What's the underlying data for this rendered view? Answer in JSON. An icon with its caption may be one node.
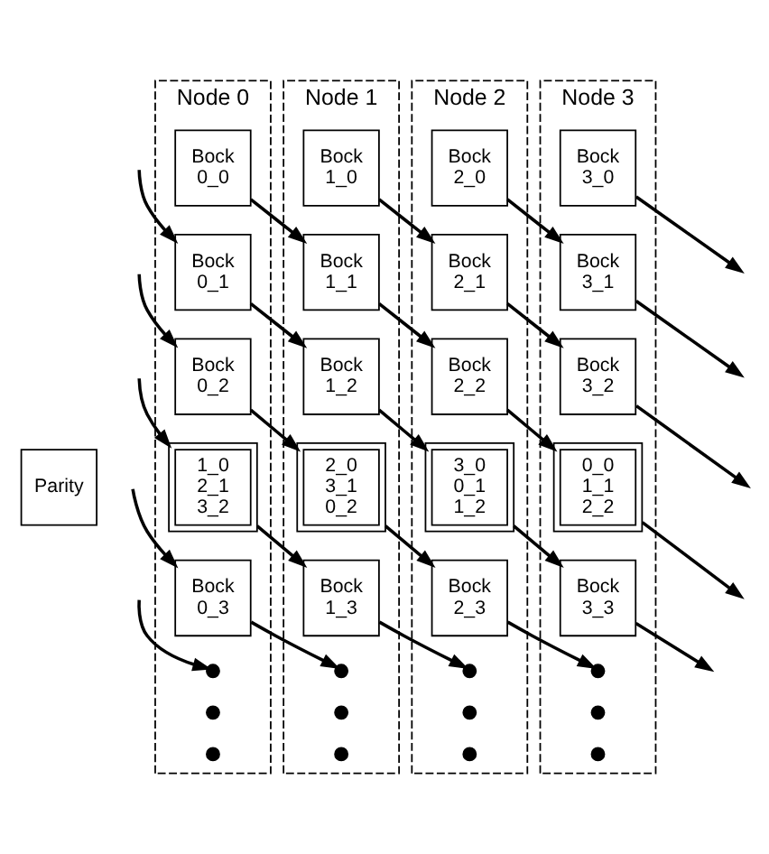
{
  "diagram": {
    "nodes": [
      {
        "text": [
          "Node 0"
        ]
      },
      {
        "text": [
          "Node 1"
        ]
      },
      {
        "text": [
          "Node 2"
        ]
      },
      {
        "text": [
          "Node 3"
        ]
      },
      {
        "text": [
          "Bock 0_0"
        ],
        "in": 0
      },
      {
        "text": [
          "Bock 1_0"
        ],
        "in": 1
      },
      {
        "text": [
          "Bock 2_0"
        ],
        "in": 2
      },
      {
        "text": [
          "Bock 3_0"
        ],
        "in": 3
      },
      {
        "text": [
          "Bock 0_1"
        ],
        "in": 0
      },
      {
        "text": [
          "Bock 1_1"
        ],
        "in": 1
      },
      {
        "text": [
          "Bock 2_1"
        ],
        "in": 2
      },
      {
        "text": [
          "Bock 3_1"
        ],
        "in": 3
      },
      {
        "text": [
          "Bock 0_2"
        ],
        "in": 0
      },
      {
        "text": [
          "Bock 1_2"
        ],
        "in": 1
      },
      {
        "text": [
          "Bock 2_2"
        ],
        "in": 2
      },
      {
        "text": [
          "Bock 3_2"
        ],
        "in": 3
      },
      {
        "text": [
          "Parity"
        ]
      },
      {
        "text": [
          "1_0 2_1 3_2"
        ],
        "in": 0
      },
      {
        "text": [
          "2_0 3_1 0_2"
        ],
        "in": 1
      },
      {
        "text": [
          "3_0 0_1 1_2"
        ],
        "in": 2
      },
      {
        "text": [
          "0_0 1_1 2_2"
        ],
        "in": 3
      },
      {
        "text": [
          "Bock 0_3"
        ],
        "in": 0
      },
      {
        "text": [
          "Bock 1_3"
        ],
        "in": 1
      },
      {
        "text": [
          "Bock 2_3"
        ],
        "in": 2
      },
      {
        "text": [
          "Bock 3_3"
        ],
        "in": 3
      },
      {
        "text": [],
        "shape": "dots",
        "in": 0
      },
      {
        "text": [],
        "shape": "dots",
        "in": 1
      },
      {
        "text": [],
        "shape": "dots",
        "in": 2
      },
      {
        "text": [],
        "shape": "dots",
        "in": 3
      }
    ],
    "edges": [
      {
        "from": 4,
        "to": 9,
        "arrow": "to"
      },
      {
        "from": 5,
        "to": 10,
        "arrow": "to"
      },
      {
        "from": 6,
        "to": 11,
        "arrow": "to"
      },
      {
        "from": 7,
        "to": null,
        "arrow": "to"
      },
      {
        "from": null,
        "to": 8,
        "arrow": "to"
      },
      {
        "from": 8,
        "to": 13,
        "arrow": "to"
      },
      {
        "from": 9,
        "to": 14,
        "arrow": "to"
      },
      {
        "from": 10,
        "to": 15,
        "arrow": "to"
      },
      {
        "from": 11,
        "to": null,
        "arrow": "to"
      },
      {
        "from": null,
        "to": 12,
        "arrow": "to"
      },
      {
        "from": 12,
        "to": 18,
        "arrow": "to"
      },
      {
        "from": 13,
        "to": 19,
        "arrow": "to"
      },
      {
        "from": 14,
        "to": 20,
        "arrow": "to"
      },
      {
        "from": 15,
        "to": null,
        "arrow": "to"
      },
      {
        "from": null,
        "to": 17,
        "arrow": "to"
      },
      {
        "from": 17,
        "to": 22,
        "arrow": "to"
      },
      {
        "from": 18,
        "to": 23,
        "arrow": "to"
      },
      {
        "from": 19,
        "to": 24,
        "arrow": "to"
      },
      {
        "from": 20,
        "to": null,
        "arrow": "to"
      },
      {
        "from": null,
        "to": 21,
        "arrow": "to"
      },
      {
        "from": 21,
        "to": 26,
        "arrow": "to"
      },
      {
        "from": 22,
        "to": 27,
        "arrow": "to"
      },
      {
        "from": 23,
        "to": 28,
        "arrow": "to"
      },
      {
        "from": 24,
        "to": null,
        "arrow": "to"
      },
      {
        "from": null,
        "to": 25,
        "arrow": "to"
      }
    ]
  }
}
